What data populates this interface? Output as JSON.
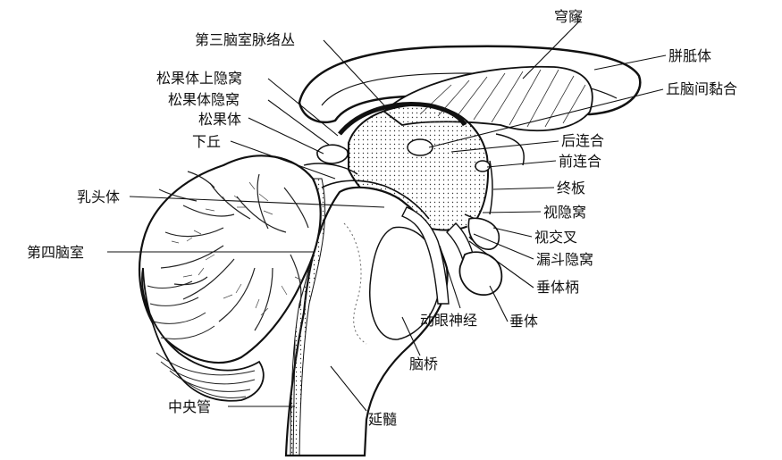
{
  "labels": {
    "third_ventricle_choroid_plexus": "第三脑室脉络丛",
    "fornix": "穹窿",
    "corpus_callosum": "胼胝体",
    "interthalamic_adhesion": "丘脑间黏合",
    "suprapineal_recess": "松果体上隐窝",
    "pineal_recess": "松果体隐窝",
    "pineal_body": "松果体",
    "inferior_colliculus": "下丘",
    "posterior_commissure": "后连合",
    "anterior_commissure": "前连合",
    "mammillary_body": "乳头体",
    "lamina_terminalis": "终板",
    "optic_recess": "视隐窝",
    "optic_chiasm": "视交叉",
    "fourth_ventricle": "第四脑室",
    "infundibular_recess": "漏斗隐窝",
    "hypophyseal_stalk": "垂体柄",
    "oculomotor_nerve": "动眼神经",
    "hypophysis": "垂体",
    "pons": "脑桥",
    "central_canal": "中央管",
    "medulla_oblongata": "延髓"
  }
}
